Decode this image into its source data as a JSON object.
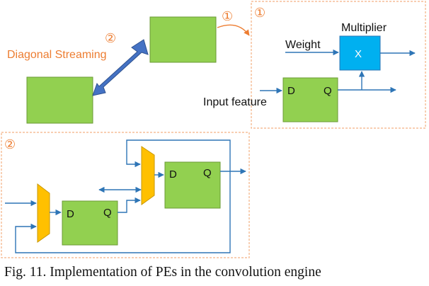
{
  "labels": {
    "marker_1": "①",
    "marker_2": "②",
    "diagonal_streaming": "Diagonal Streaming",
    "multiplier": "Multiplier",
    "weight": "Weight",
    "multiply_symbol": "X",
    "d": "D",
    "q": "Q",
    "input_feature": "Input feature"
  },
  "caption": "Fig. 11.  Implementation of PEs in the convolution engine",
  "colors": {
    "pe_green": "#92d050",
    "pe_border": "#6b9a36",
    "multiplier_blue": "#00b0f0",
    "orange": "#ed7d31",
    "dash_border": "#f4b183",
    "wire_blue": "#2e75b6",
    "arrow_blue": "#4472c4",
    "mux_yellow": "#ffc000"
  }
}
